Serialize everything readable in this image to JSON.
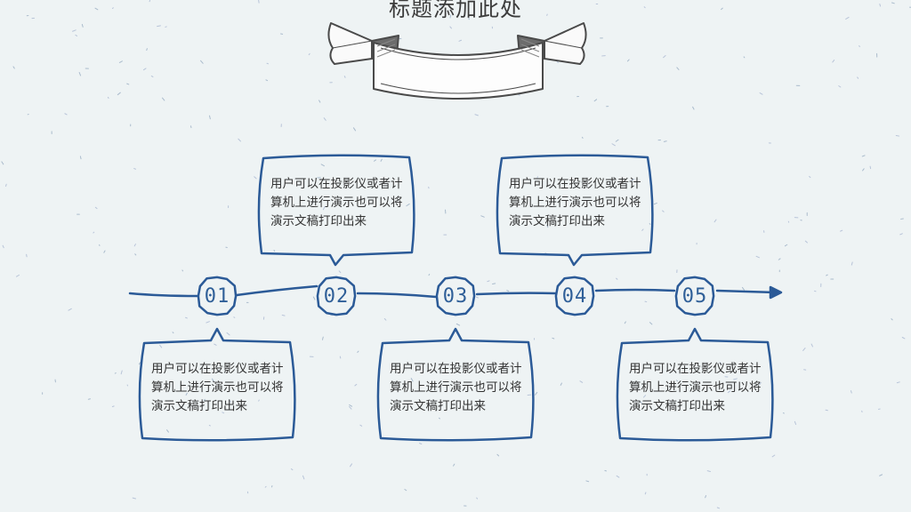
{
  "title": "标题添加此处",
  "accent_color": "#2b5a97",
  "steps": [
    {
      "number": "01",
      "text": "用户可以在投影仪或者计算机上进行演示也可以将演示文稿打印出来",
      "position": "below"
    },
    {
      "number": "02",
      "text": "用户可以在投影仪或者计算机上进行演示也可以将演示文稿打印出来",
      "position": "above"
    },
    {
      "number": "03",
      "text": "用户可以在投影仪或者计算机上进行演示也可以将演示文稿打印出来",
      "position": "below"
    },
    {
      "number": "04",
      "text": "用户可以在投影仪或者计算机上进行演示也可以将演示文稿打印出来",
      "position": "above"
    },
    {
      "number": "05",
      "text": "用户可以在投影仪或者计算机上进行演示也可以将演示文稿打印出来",
      "position": "below"
    }
  ]
}
